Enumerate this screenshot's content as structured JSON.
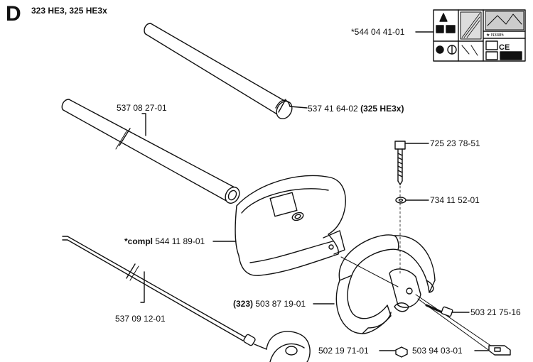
{
  "header": {
    "section_letter": "D",
    "models": "323 HE3, 325 HE3x"
  },
  "parts": {
    "decal": {
      "number": "*544 04 41-01"
    },
    "cover_tube": {
      "number": "537 41 64-02",
      "note": "(325 HE3x)"
    },
    "shaft_tube": {
      "number": "537 08 27-01"
    },
    "bolt": {
      "number": "725 23 78-51"
    },
    "washer": {
      "number": "734 11 52-01"
    },
    "guard_compl": {
      "prefix": "*compl",
      "number": "544 11 89-01"
    },
    "drive_shaft": {
      "number": "537 09 12-01"
    },
    "handle": {
      "prefix": "(323)",
      "number": "503 87 19-01"
    },
    "screw": {
      "number": "503 21 75-16"
    },
    "nut": {
      "number": "502 19 71-01"
    },
    "clamp": {
      "number": "503 94 03-01"
    }
  },
  "decal_text": {
    "serial": "★ N3485"
  }
}
